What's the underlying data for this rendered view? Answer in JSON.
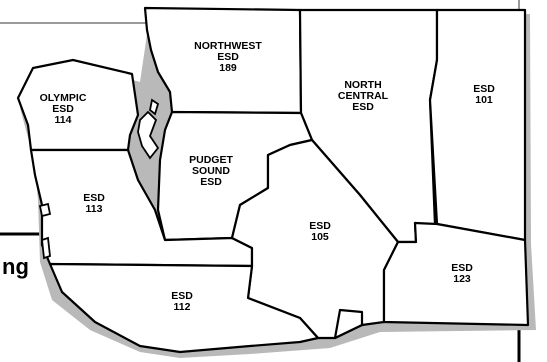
{
  "map": {
    "regions": [
      {
        "id": "olympic",
        "lines": [
          "OLYMPIC",
          "ESD",
          "114"
        ]
      },
      {
        "id": "northwest",
        "lines": [
          "NORTHWEST",
          "ESD",
          "189"
        ]
      },
      {
        "id": "north-central",
        "lines": [
          "NORTH",
          "CENTRAL",
          "ESD"
        ]
      },
      {
        "id": "esd-101",
        "lines": [
          "ESD",
          "101"
        ]
      },
      {
        "id": "puget-sound",
        "lines": [
          "PUDGET",
          "SOUND",
          "ESD"
        ]
      },
      {
        "id": "esd-113",
        "lines": [
          "ESD",
          "113"
        ]
      },
      {
        "id": "esd-105",
        "lines": [
          "ESD",
          "105"
        ]
      },
      {
        "id": "esd-112",
        "lines": [
          "ESD",
          "112"
        ]
      },
      {
        "id": "esd-123",
        "lines": [
          "ESD",
          "123"
        ]
      }
    ],
    "cut_off_text": "ng"
  }
}
